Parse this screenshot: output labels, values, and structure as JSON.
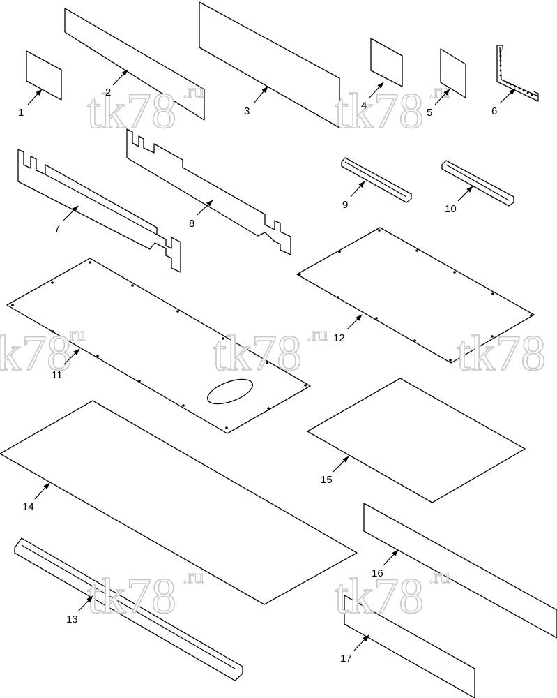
{
  "diagram": {
    "callouts": [
      "1",
      "2",
      "3",
      "4",
      "5",
      "6",
      "7",
      "8",
      "9",
      "10",
      "11",
      "12",
      "13",
      "14",
      "15",
      "16",
      "17"
    ],
    "watermark": {
      "main": "tk78",
      "suffix": ".ru"
    },
    "colors": {
      "line": "#000000",
      "background": "#ffffff",
      "watermark": "#c8c8c8"
    }
  }
}
